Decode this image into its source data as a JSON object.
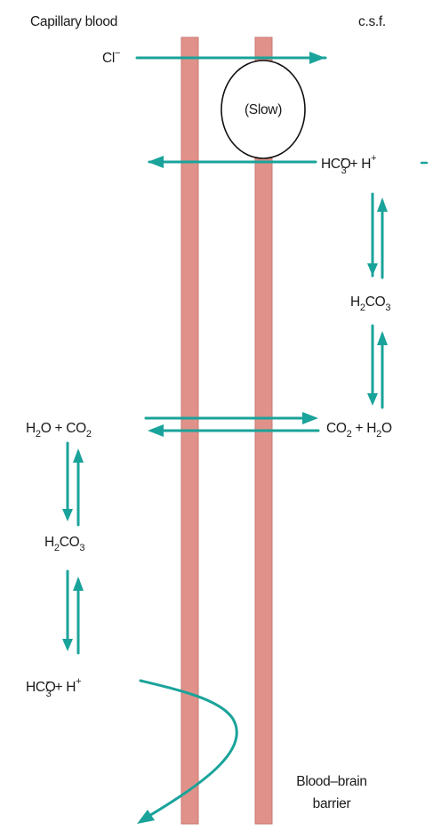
{
  "headers": {
    "left": "Capillary blood",
    "right": "c.s.f."
  },
  "ions": {
    "chloride": {
      "symbol": "Cl",
      "charge": "−"
    },
    "slow": "(Slow)"
  },
  "csf": {
    "bicarbonate_hplus": {
      "base": "HCO",
      "sub": "3",
      "sup": "−",
      "plus": " + H",
      "hsup": "+"
    },
    "carbonic_acid": {
      "base": "H",
      "sub1": "2",
      "mid": "CO",
      "sub2": "3"
    },
    "co2_h2o": {
      "a": "CO",
      "sub1": "2",
      "b": " + H",
      "sub2": "2",
      "c": "O"
    }
  },
  "blood": {
    "h2o_co2": {
      "a": "H",
      "sub1": "2",
      "b": "O + CO",
      "sub2": "2"
    },
    "carbonic_acid": {
      "base": "H",
      "sub1": "2",
      "mid": "CO",
      "sub2": "3"
    },
    "bicarbonate_hplus": {
      "base": "HCO",
      "sub": "3",
      "sup": "−",
      "plus": " + H",
      "hsup": "+"
    }
  },
  "barrier_label": {
    "line1": "Blood–brain",
    "line2": "barrier"
  },
  "colors": {
    "barrier": "#e0928a",
    "barrier_edge": "#c77870",
    "arrow": "#1aa39a",
    "text": "#1a1a1a"
  }
}
